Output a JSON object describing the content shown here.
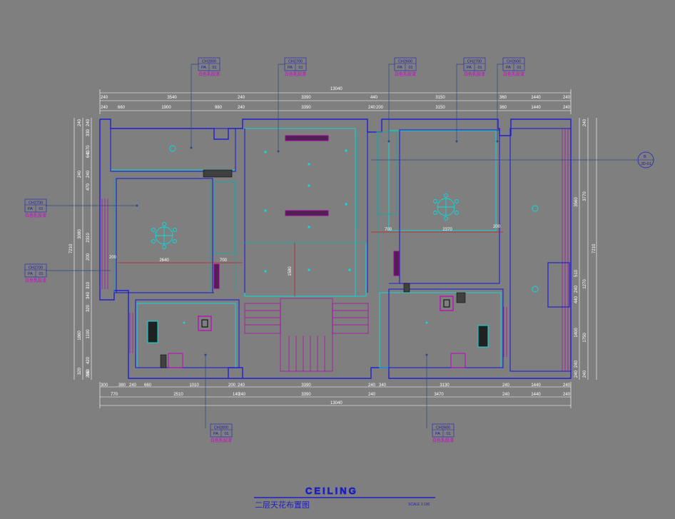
{
  "drawing": {
    "main_title": "CEILING",
    "subtitle": "二层天花布置图",
    "scale": "SCALE 1:100"
  },
  "callouts": {
    "material_label": "白色乳胶漆",
    "code_finish": "PA",
    "code_num": "01",
    "top": [
      {
        "code": "CH2800"
      },
      {
        "code": "CH2700"
      },
      {
        "code": "CH2600"
      },
      {
        "code": "CH2700"
      },
      {
        "code": "CH2600"
      }
    ],
    "left": [
      {
        "code": "CH2700"
      },
      {
        "code": "CH2700"
      }
    ],
    "bottom": [
      {
        "code": "CH2800"
      },
      {
        "code": "CH2600"
      }
    ],
    "section_marker": {
      "id": "B",
      "ref": "JD-01"
    }
  },
  "dimensions": {
    "top_total": "13040",
    "top_row1": [
      "240",
      "3540",
      "240",
      "3390",
      "440",
      "3150",
      "360",
      "1440",
      "240"
    ],
    "top_row2": [
      "240",
      "660",
      "1900",
      "980",
      "240",
      "3390",
      "240",
      "200",
      "3150",
      "360",
      "1440",
      "240"
    ],
    "bottom_row1": [
      "300",
      "380",
      "240",
      "660",
      "1010",
      "200",
      "240",
      "3390",
      "240",
      "340",
      "3130",
      "240",
      "1440",
      "240"
    ],
    "bottom_row2": [
      "770",
      "2510",
      "140",
      "240",
      "3390",
      "240",
      "3470",
      "240",
      "1440",
      "240"
    ],
    "bottom_total": "13040",
    "left_outer": "7210",
    "left_mid": [
      "240",
      "3080",
      "240",
      "1860",
      "320"
    ],
    "left_inner": [
      "240",
      "330",
      "1170",
      "640",
      "240",
      "470",
      "2310",
      "200",
      "340",
      "310",
      "320",
      "1100",
      "420",
      "160",
      "260"
    ],
    "right_outer": "7210",
    "right_mid": [
      "240",
      "3770",
      "1270",
      "1750",
      "240"
    ],
    "right_inner": [
      "3560",
      "510",
      "240",
      "440",
      "1400",
      "240",
      "240"
    ],
    "interior": [
      "2640",
      "700",
      "1580",
      "700",
      "2370",
      "200",
      "200"
    ]
  }
}
